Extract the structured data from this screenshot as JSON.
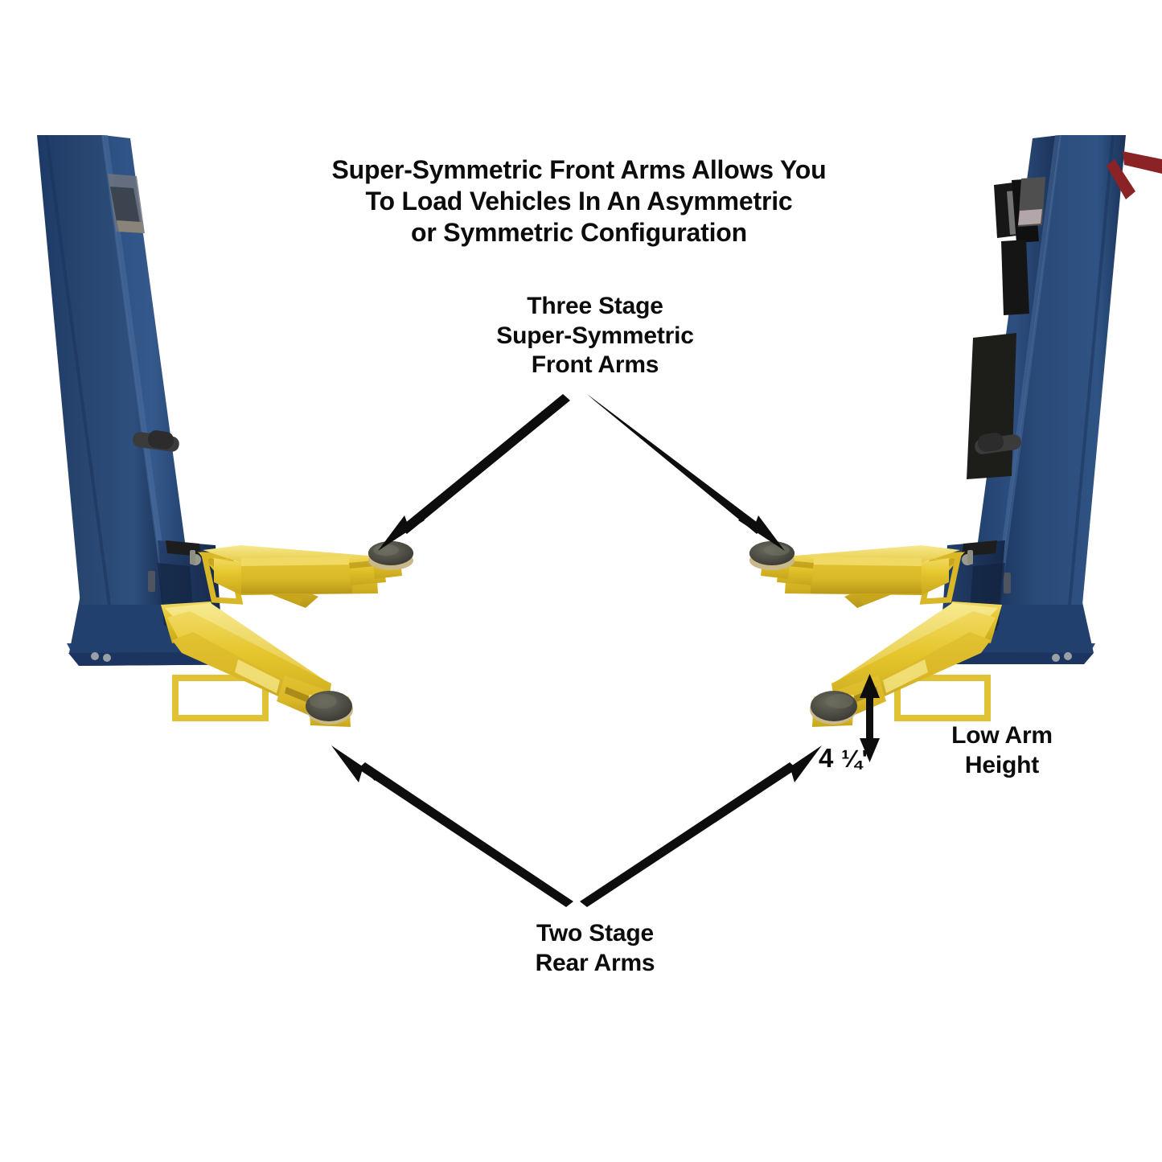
{
  "document": {
    "kind": "product-illustration",
    "subject": "Two-post vehicle lift arm configuration diagram"
  },
  "annotations": {
    "title": "Super-Symmetric Front Arms Allows You\nTo Load Vehicles In An Asymmetric\nor Symmetric Configuration",
    "front_arms": "Three Stage\nSuper-Symmetric\nFront Arms",
    "rear_arms": "Two Stage\nRear Arms",
    "low_arm_height": "Low Arm\nHeight",
    "dimension_whole": "4",
    "dimension_fraction": "¼\""
  },
  "colors": {
    "background": "#ffffff",
    "text": "#0c0c0c",
    "arrow": "#0d0d0d",
    "column_blue": "#234271",
    "column_blue_light": "#3a5a8c",
    "column_blue_dark": "#16294a",
    "column_blue_face": "#2b4d80",
    "arm_yellow": "#E8C82E",
    "arm_yellow_dark": "#C9A820",
    "arm_yellow_light": "#F2DC6A",
    "pad_dark": "#4a4a42",
    "pad_rim": "#cfcfc4",
    "black_box": "#1b1b1b",
    "gray_panel": "#7a7a7a",
    "red_cable": "#8b2326"
  },
  "scene": {
    "columns": [
      {
        "id": "left-column",
        "side": "left"
      },
      {
        "id": "right-column",
        "side": "right"
      }
    ],
    "arms": [
      {
        "id": "left-front-arm",
        "type": "three-stage-front",
        "side": "left"
      },
      {
        "id": "left-rear-arm",
        "type": "two-stage-rear",
        "side": "left"
      },
      {
        "id": "right-front-arm",
        "type": "three-stage-front",
        "side": "right"
      },
      {
        "id": "right-rear-arm",
        "type": "two-stage-rear",
        "side": "right"
      }
    ],
    "arrows": [
      {
        "id": "front-arms-arrow-left",
        "points_to": "left-front-arm"
      },
      {
        "id": "front-arms-arrow-right",
        "points_to": "right-front-arm"
      },
      {
        "id": "rear-arms-arrow-left",
        "points_to": "left-rear-arm"
      },
      {
        "id": "rear-arms-arrow-right",
        "points_to": "right-rear-arm"
      },
      {
        "id": "low-arm-height-arrow",
        "points_to": "right-rear-arm",
        "style": "double-headed-vertical"
      }
    ]
  }
}
